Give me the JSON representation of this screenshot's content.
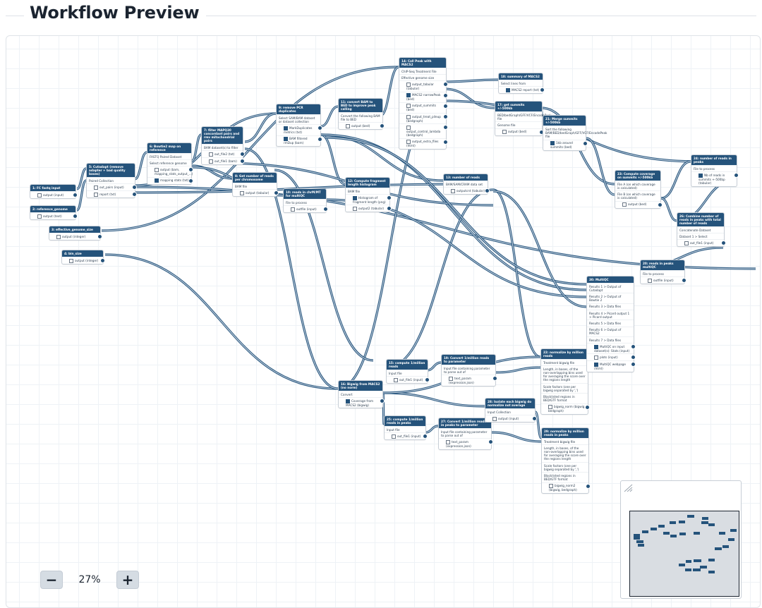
{
  "header": {
    "title": "Workflow Preview"
  },
  "zoom": {
    "minus": "−",
    "plus": "+",
    "level": "27%"
  },
  "nodes": [
    {
      "id": "n1",
      "title": "1: FC fastq input",
      "rows": [
        {
          "t": "output (input)",
          "o": true
        }
      ]
    },
    {
      "id": "n2",
      "title": "2: reference_genome",
      "rows": [
        {
          "t": "output (text)",
          "o": true
        }
      ]
    },
    {
      "id": "n3",
      "title": "3: effective_genome_size",
      "rows": [
        {
          "t": "output (integer)",
          "o": true
        }
      ]
    },
    {
      "id": "n4",
      "title": "4: bin_size",
      "rows": [
        {
          "t": "output (integer)",
          "o": true
        }
      ]
    },
    {
      "id": "n5",
      "title": "5: Cutadapt (remove adapter + bad quality bases)",
      "rows": [
        {
          "t": "Paired Collection"
        },
        {
          "t": "out_pairs (input)",
          "o": true,
          "c": 1
        },
        {
          "t": "report (txt)",
          "o": true,
          "c": 1
        }
      ]
    },
    {
      "id": "n6",
      "title": "6: Bowtie2 map on reference",
      "rows": [
        {
          "t": "FASTQ Paired Dataset"
        },
        {
          "t": "Select reference genome"
        },
        {
          "t": "output (bam, mapping_stats_output_...)",
          "o": true,
          "c": 1
        },
        {
          "t": "mapping stats (txt)",
          "o": true,
          "c": 2
        }
      ]
    },
    {
      "id": "n7",
      "title": "7: filter MAPQ30 concordant pairs and rmv mitochondrial pairs",
      "rows": [
        {
          "t": "BAM dataset(s) to filter"
        },
        {
          "t": "out_file2 (txt)",
          "o": true,
          "c": 1
        },
        {
          "t": "out_file1 (bam)",
          "o": true,
          "c": 1
        }
      ]
    },
    {
      "id": "n8",
      "title": "8: Get number of reads per chromosome",
      "rows": [
        {
          "t": "BAM file"
        },
        {
          "t": "output (tabular)",
          "o": true,
          "c": 1
        }
      ]
    },
    {
      "id": "n9",
      "title": "9: remove PCR duplicates",
      "rows": [
        {
          "t": "Select SAM/BAM dataset or dataset collection"
        },
        {
          "t": "MarkDuplicates metrics (txt)",
          "o": true,
          "c": 2
        },
        {
          "t": "BAM filtered rmDup (bam)",
          "o": true,
          "c": 2
        }
      ]
    },
    {
      "id": "n10",
      "title": "10: reads in chrM/MT for multiQC",
      "rows": [
        {
          "t": "File to process"
        },
        {
          "t": "outfile (input)",
          "o": true,
          "c": 1
        }
      ]
    },
    {
      "id": "n11",
      "title": "11: convert BAM to BED to improve peak calling",
      "rows": [
        {
          "t": "Convert the following BAM file to BED"
        },
        {
          "t": "output (bed)",
          "o": true,
          "c": 1
        }
      ]
    },
    {
      "id": "n12",
      "title": "12: Compute fragment length histogram",
      "rows": [
        {
          "t": "BAM file"
        },
        {
          "t": "Histogram of fragment length (png)",
          "o": true,
          "c": 2
        },
        {
          "t": "output2 (tabular)",
          "o": true,
          "c": 1
        }
      ]
    },
    {
      "id": "n13",
      "title": "13: number of reads",
      "rows": [
        {
          "t": "BAM/SAM/CRAM data set"
        },
        {
          "t": "outputcnt (tabular)",
          "o": true,
          "c": 1
        }
      ]
    },
    {
      "id": "n14",
      "title": "14: Call Peak with MACS2",
      "rows": [
        {
          "t": "ChIP-Seq Treatment File"
        },
        {
          "t": "Effective genome size"
        },
        {
          "t": "output_tabular (tabular)",
          "o": true,
          "c": 1
        },
        {
          "t": "MACS2 narrowPeak (bed)",
          "o": true,
          "c": 2
        },
        {
          "t": "output_summits (bed)",
          "o": true,
          "c": 1
        },
        {
          "t": "output_treat_pileup (bedgraph)",
          "o": true,
          "c": 1
        },
        {
          "t": "output_control_lambda (bedgraph)",
          "o": true,
          "c": 1
        },
        {
          "t": "output_extra_files (html)",
          "o": true,
          "c": 1
        }
      ]
    },
    {
      "id": "n15",
      "title": "15: compute 1/million reads",
      "rows": [
        {
          "t": "Input file"
        },
        {
          "t": "out_file1 (input)",
          "o": true,
          "c": 1
        }
      ]
    },
    {
      "id": "n16",
      "title": "16: Bigwig from MACS2 (no norm)",
      "rows": [
        {
          "t": "Convert"
        },
        {
          "t": "Coverage from MACS2 (bigwig)",
          "o": true,
          "c": 2
        }
      ]
    },
    {
      "id": "n17",
      "title": "17: get summits +/-500kb",
      "rows": [
        {
          "t": "BED/bedGraph/GFF/VCF/EncodePeak file"
        },
        {
          "t": "Genome file"
        },
        {
          "t": "output (bed)",
          "o": true,
          "c": 1
        }
      ]
    },
    {
      "id": "n18",
      "title": "18: summary of MACS2",
      "rows": [
        {
          "t": "Select lines from"
        },
        {
          "t": "MACS2 report (txt)",
          "o": true,
          "c": 2
        }
      ]
    },
    {
      "id": "n19",
      "title": "19: Convert 1/million reads to parameter",
      "rows": [
        {
          "t": "Input file containing parameter to parse out of"
        },
        {
          "t": "text_param (expression.json)",
          "o": true,
          "c": 1
        }
      ]
    },
    {
      "id": "n21",
      "title": "21: Merge summits +/-500kb",
      "rows": [
        {
          "t": "Sort the following BAM/BED/bedGraph/GFF/VCF/EncodePeak file"
        },
        {
          "t": "1kb around summits (bed)",
          "o": true,
          "c": 2
        }
      ]
    },
    {
      "id": "n22",
      "title": "22: normalize by million reads",
      "rows": [
        {
          "t": "Treatment bigwig file"
        },
        {
          "t": "Length, in bases, of the non-overlapping bins used for averaging the score over the regions length"
        },
        {
          "t": "Scale factors (one per bigwig separated by ',')"
        },
        {
          "t": "Blacklisted regions in BED/GTF format"
        },
        {
          "t": "bigwig_norm (bigwig, bedgraph)",
          "o": true,
          "c": 1
        }
      ]
    },
    {
      "id": "n23",
      "title": "23: Compute coverage on summits +/-500kb",
      "rows": [
        {
          "t": "File A (on which coverage is calculated)"
        },
        {
          "t": "File B (on which coverage is calculated)"
        },
        {
          "t": "output (bed)",
          "o": true,
          "c": 1
        }
      ]
    },
    {
      "id": "n24",
      "title": "24: number of reads in peaks",
      "rows": [
        {
          "t": "File to process"
        },
        {
          "t": "Nb of reads in summits +-500bp (tabular)",
          "o": true,
          "c": 2
        }
      ]
    },
    {
      "id": "n25",
      "title": "25: compute 1/million reads in peaks",
      "rows": [
        {
          "t": "Input file"
        },
        {
          "t": "out_file1 (input)",
          "o": true,
          "c": 1
        }
      ]
    },
    {
      "id": "n26",
      "title": "26: Combine number of reads in peaks with total number of reads",
      "rows": [
        {
          "t": "Concatenate Dataset"
        },
        {
          "t": "Dataset 1 > Select"
        },
        {
          "t": "out_file1 (input)",
          "o": true,
          "c": 1
        }
      ]
    },
    {
      "id": "n27",
      "title": "27: Convert 1/million reads in peaks to parameter",
      "rows": [
        {
          "t": "Input file containing parameter to parse out of"
        },
        {
          "t": "text_param (expression.json)",
          "o": true,
          "c": 1
        }
      ]
    },
    {
      "id": "n28",
      "title": "28: Isolate each bigwig do normalize not average",
      "rows": [
        {
          "t": "Input Collection"
        },
        {
          "t": "output (input)",
          "o": true,
          "c": 1
        }
      ]
    },
    {
      "id": "n29",
      "title": "29: normalize by million reads in peaks",
      "rows": [
        {
          "t": "Treatment bigwig file"
        },
        {
          "t": "Length, in bases, of the non-overlapping bins used for averaging the score over the regions length"
        },
        {
          "t": "Scale factors (one per bigwig separated by ',')"
        },
        {
          "t": "Blacklisted regions in BED/GTF format"
        },
        {
          "t": "bigwig_norm2 (bigwig, bedgraph)",
          "o": true,
          "c": 1
        }
      ]
    },
    {
      "id": "n30",
      "title": "30: MultiQC",
      "rows": [
        {
          "t": "Results 1 > Output of Cutadapt"
        },
        {
          "t": "Results 2 > Output of Bowtie 2"
        },
        {
          "t": "Results 3 > Data files"
        },
        {
          "t": "Results 4 > Picard output 1 > Picard output"
        },
        {
          "t": "Results 5 > Data files"
        },
        {
          "t": "Results 6 > Output of MACS2"
        },
        {
          "t": "Results 7 > Data files"
        },
        {
          "t": "MultiQC on input dataset(s): Stats (input)",
          "o": true,
          "c": 2
        },
        {
          "t": "plots (input)",
          "o": true,
          "c": 1
        },
        {
          "t": "MultiQC webpage (html)",
          "o": true,
          "c": 2
        }
      ]
    },
    {
      "id": "n20",
      "title": "20: reads in peaks multiQC",
      "rows": [
        {
          "t": "File to process"
        },
        {
          "t": "outfile (input)",
          "o": true,
          "c": 1
        }
      ]
    }
  ]
}
